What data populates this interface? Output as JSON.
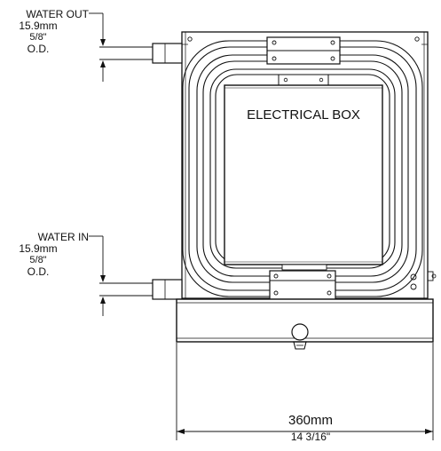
{
  "diagram": {
    "electrical_box_label": "ELECTRICAL BOX",
    "water_out": {
      "label": "WATER OUT",
      "size_mm": "15.9mm",
      "size_in": "5/8\"",
      "od": "O.D."
    },
    "water_in": {
      "label": "WATER IN",
      "size_mm": "15.9mm",
      "size_in": "5/8\"",
      "od": "O.D."
    },
    "width_dimension": {
      "mm": "360mm",
      "inches": "14 3/16\""
    }
  }
}
